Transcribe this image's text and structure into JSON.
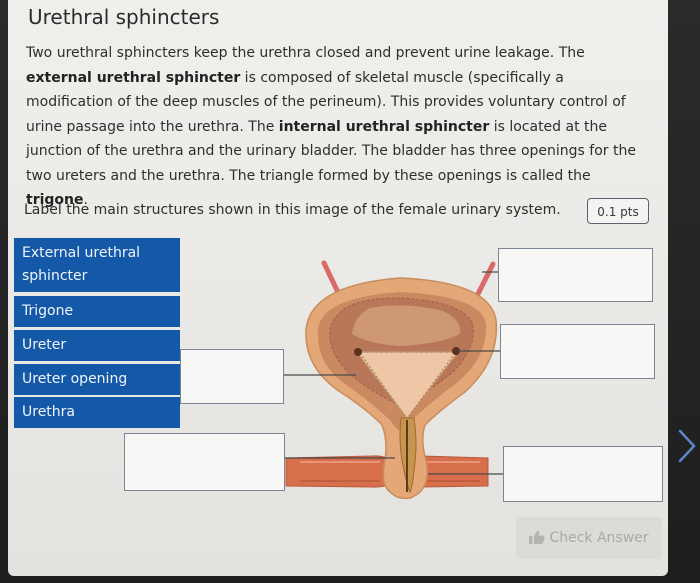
{
  "title": "Urethral sphincters",
  "paragraph": {
    "p1": "Two urethral sphincters keep the urethra closed and prevent urine leakage. The ",
    "b1": "external urethral sphincter",
    "p2": " is composed of skeletal muscle (specifically a modification of the deep muscles of the perineum). This provides voluntary control of urine passage into the urethra. The ",
    "b2": "internal urethral sphincter",
    "p3": " is located at the junction of the urethra and the urinary bladder. The bladder has three openings for the two ureters and the urethra. The triangle formed by these openings is called the ",
    "b3": "trigone",
    "p4": "."
  },
  "prompt": "Label the main structures shown in this image of the female urinary system.",
  "points": "0.1 pts",
  "labels": [
    {
      "name": "external-urethral-sphincter",
      "text": "External urethral sphincter"
    },
    {
      "name": "trigone",
      "text": "Trigone"
    },
    {
      "name": "ureter",
      "text": "Ureter"
    },
    {
      "name": "ureter-opening",
      "text": "Ureter opening"
    },
    {
      "name": "urethra",
      "text": "Urethra"
    }
  ],
  "check_answer": "Check Answer",
  "colors": {
    "label_bg": "#1359a8",
    "bladder_outer": "#e4a878",
    "mucosa": "#b9775a",
    "ureter": "#d86a6a",
    "urethra_muscle": "#d86f4c"
  },
  "icons": {
    "thumb": "thumbs-up-icon",
    "next": "chevron-right-icon"
  }
}
